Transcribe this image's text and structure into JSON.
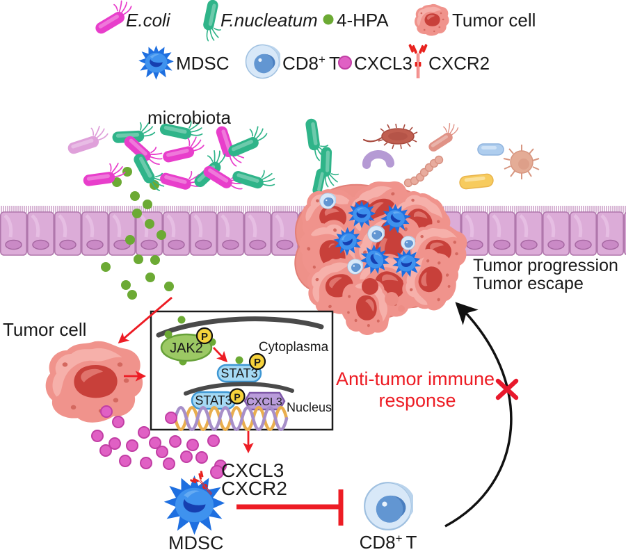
{
  "legend": {
    "ecoli": "E.coli",
    "fnucleatum": "F.nucleatum",
    "hpa": "4-HPA",
    "tumor_cell": "Tumor cell",
    "mdsc": "MDSC",
    "cd8_base": "CD8",
    "cd8_sup": "+",
    "cd8_tail": "T",
    "cxcl3": "CXCL3",
    "cxcr2": "CXCR2"
  },
  "scene": {
    "microbiota": "microbiota",
    "tumor_progression": "Tumor progression",
    "tumor_escape": "Tumor escape",
    "tumor_cell": "Tumor cell"
  },
  "pathway": {
    "jak2": "JAK2",
    "p": "P",
    "cytoplasma": "Cytoplasma",
    "stat3": "STAT3",
    "cxcl3": "CXCL3",
    "nucleus": "Nucleus"
  },
  "bottom": {
    "cxcl3": "CXCL3",
    "cxcr2": "CXCR2",
    "mdsc": "MDSC",
    "cd8_base": "CD8",
    "cd8_sup": "+",
    "cd8_tail": "T",
    "anti_line1": "Anti-tumor immune",
    "anti_line2": "response"
  },
  "colors": {
    "ecoli_magenta": "#E83ECB",
    "fnucleatum_green": "#2FB489",
    "hpa_green": "#6CAA34",
    "tumor_pink": "#F0938C",
    "tumor_nucleus_red": "#C8403A",
    "mdsc_blue": "#2377E8",
    "cd8_blue": "#BDD7F0",
    "cxcl3_pink": "#E060C4",
    "cxcr2_red": "#E8211D",
    "epithelium_purple": "#DCACD8",
    "jak2_green": "#9CC964",
    "stat3_blue": "#A5D9F4",
    "phospho_yellow": "#F6D33C",
    "cxcl3_gene_purple": "#B99CDA",
    "dna_orange": "#E9AE4E",
    "dna_purple": "#A78FC9",
    "membrane_gray": "#4A4A4A",
    "arrow_red": "#ED1C24",
    "arrow_black": "#111111"
  }
}
